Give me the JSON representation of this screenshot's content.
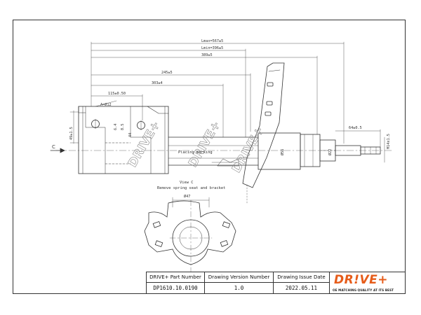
{
  "brand_color": "#e65c1a",
  "drawing": {
    "dimensions": {
      "lmax": "Lmax=567±5",
      "lmin": "Lmin=396±5",
      "d389": "389±5",
      "d245": "245±5",
      "d303": "303±4",
      "d115": "115±0.50",
      "d64": "64±0.5",
      "a_bolt": "A=Ø12",
      "m14": "M14x1.5",
      "b49": "49±1.5",
      "d44": "44",
      "phi56": "Ø56",
      "phi22": "Ø22",
      "phi47": "Ø47",
      "small1": "6.4",
      "small2": "8.5"
    },
    "labels": {
      "view_c_arrow": "C",
      "placing_marking": "Placing marking",
      "view_c": "View C",
      "remove_note": "Remove spring seat and bracket"
    },
    "watermarks": [
      "DRIVE+",
      "DRIVE+",
      "DRIVE+"
    ]
  },
  "title_block": {
    "part_number_label": "DRIVE+ Part Number",
    "drawing_version_label": "Drawing Version  Number",
    "issue_date_label": "Drawing Issue Date",
    "part_number": "DP1610.10.0190",
    "version": "1.0",
    "issue_date": "2022.05.11",
    "logo_text": "DR!VE+",
    "logo_tagline": "OE MATCHING QUALITY AT ITS BEST"
  }
}
